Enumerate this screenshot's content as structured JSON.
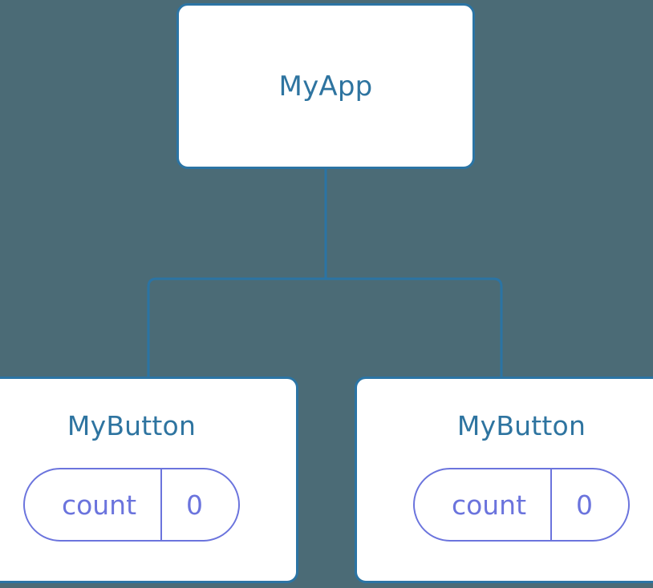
{
  "diagram": {
    "type": "component-tree",
    "background_color": "#4b6b76",
    "edge_color": "#2b74a4",
    "node_border_color": "#2b74a4",
    "node_fill_color": "#ffffff",
    "title_color": "#2e74a0",
    "state_color": "#6b74dd",
    "root": {
      "title": "MyApp"
    },
    "children": [
      {
        "title": "MyButton",
        "state": {
          "key": "count",
          "value": "0"
        }
      },
      {
        "title": "MyButton",
        "state": {
          "key": "count",
          "value": "0"
        }
      }
    ]
  }
}
